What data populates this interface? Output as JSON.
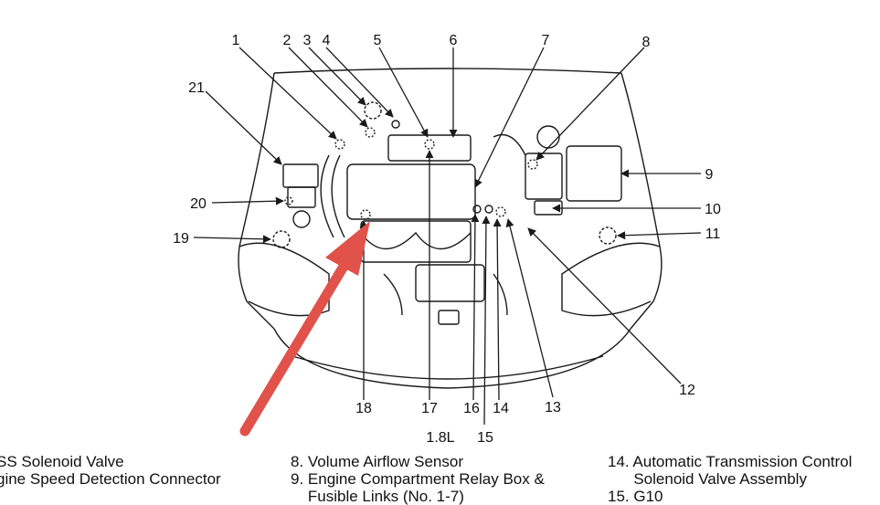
{
  "diagram": {
    "caption": "1.8L",
    "callouts": [
      "1",
      "2",
      "3",
      "4",
      "5",
      "6",
      "7",
      "8",
      "9",
      "10",
      "11",
      "12",
      "13",
      "14",
      "15",
      "16",
      "17",
      "18",
      "19",
      "20",
      "21"
    ]
  },
  "legend": {
    "col1": [
      "SS Solenoid Valve",
      "gine Speed Detection Connector",
      ""
    ],
    "col2": [
      "8. Volume Airflow Sensor",
      "9. Engine Compartment Relay Box &",
      "    Fusible Links (No. 1-7)"
    ],
    "col3": [
      "14. Automatic Transmission Control",
      "      Solenoid Valve Assembly",
      "15. G10"
    ]
  },
  "annotation": {
    "arrow_color": "#e0524a"
  }
}
